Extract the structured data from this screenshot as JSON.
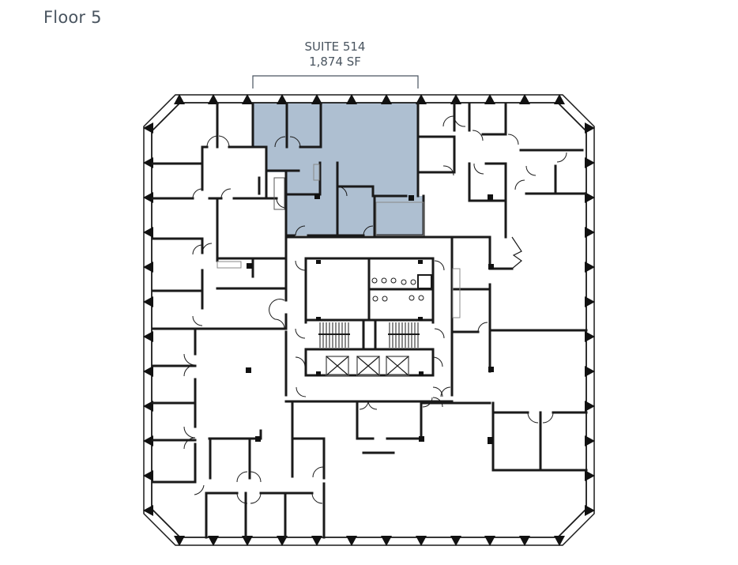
{
  "header": {
    "floor_title": "Floor 5"
  },
  "suite": {
    "name": "SUITE 514",
    "area": "1,874 SF",
    "highlight_color": "#aebfd1"
  },
  "plan": {
    "wall_color": "#1a1a1a",
    "background": "#ffffff",
    "elevators_count": 3,
    "stairwells_count": 2
  }
}
